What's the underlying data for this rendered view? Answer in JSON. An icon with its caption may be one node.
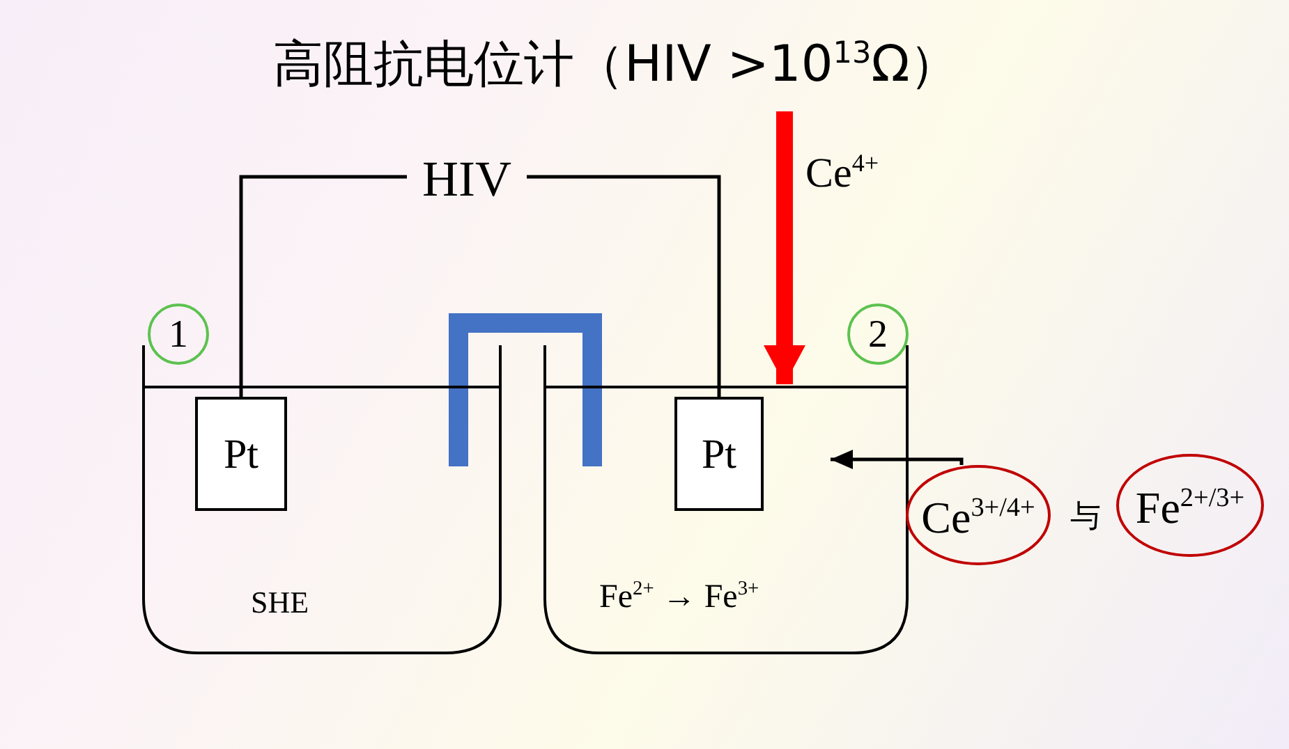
{
  "diagram": {
    "title": "高阻抗电位计（HIV >10$^{13}$Ω）",
    "nodes": [
      {
        "text": [
          "HIV"
        ]
      },
      {
        "text": [
          "1"
        ]
      },
      {
        "text": [
          "2"
        ]
      },
      {
        "text": [
          "SHE"
        ]
      },
      {
        "text": [
          "Pt"
        ],
        "in": 3
      },
      {
        "text": [
          "Fe$^{2+}$ → Fe$^{3+}$"
        ]
      },
      {
        "text": [
          "Pt"
        ],
        "in": 5
      },
      {
        "text": [
          "Ce$^{3+/4+}$"
        ]
      },
      {
        "text": [
          "Fe$^{2+/3+}$"
        ]
      }
    ],
    "edges": [
      {
        "from": 4,
        "to": 0,
        "arrow": "none"
      },
      {
        "from": 0,
        "to": 6,
        "arrow": "none"
      },
      {
        "from": null,
        "to": 5,
        "arrow": "to",
        "style": "thick",
        "color": "#ff0000"
      },
      {
        "from": 7,
        "to": null,
        "arrow": "to"
      }
    ],
    "labels": [
      "Ce$^{4+}$",
      "与"
    ]
  }
}
